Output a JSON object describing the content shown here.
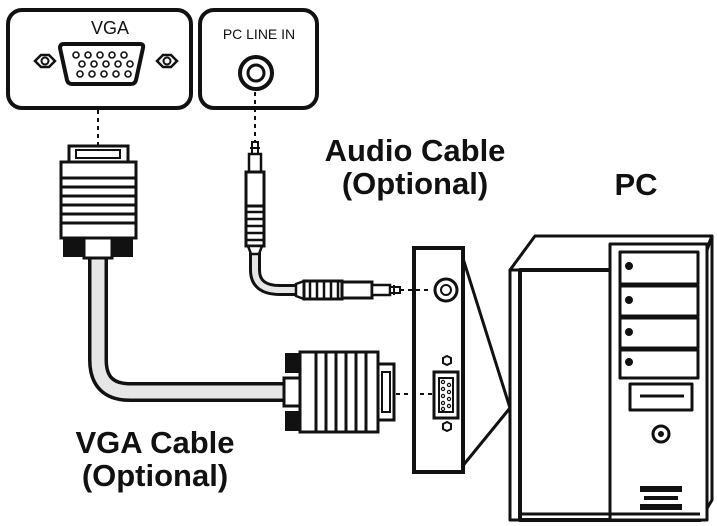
{
  "ports": {
    "vga_label": "VGA",
    "line_in_label": "PC LINE IN"
  },
  "labels": {
    "audio_cable_line1": "Audio Cable",
    "audio_cable_line2": "(Optional)",
    "vga_cable_line1": "VGA Cable",
    "vga_cable_line2": "(Optional)",
    "pc": "PC"
  },
  "colors": {
    "line": "#111111",
    "cable_fill": "#e6e6e6",
    "background": "#ffffff"
  }
}
